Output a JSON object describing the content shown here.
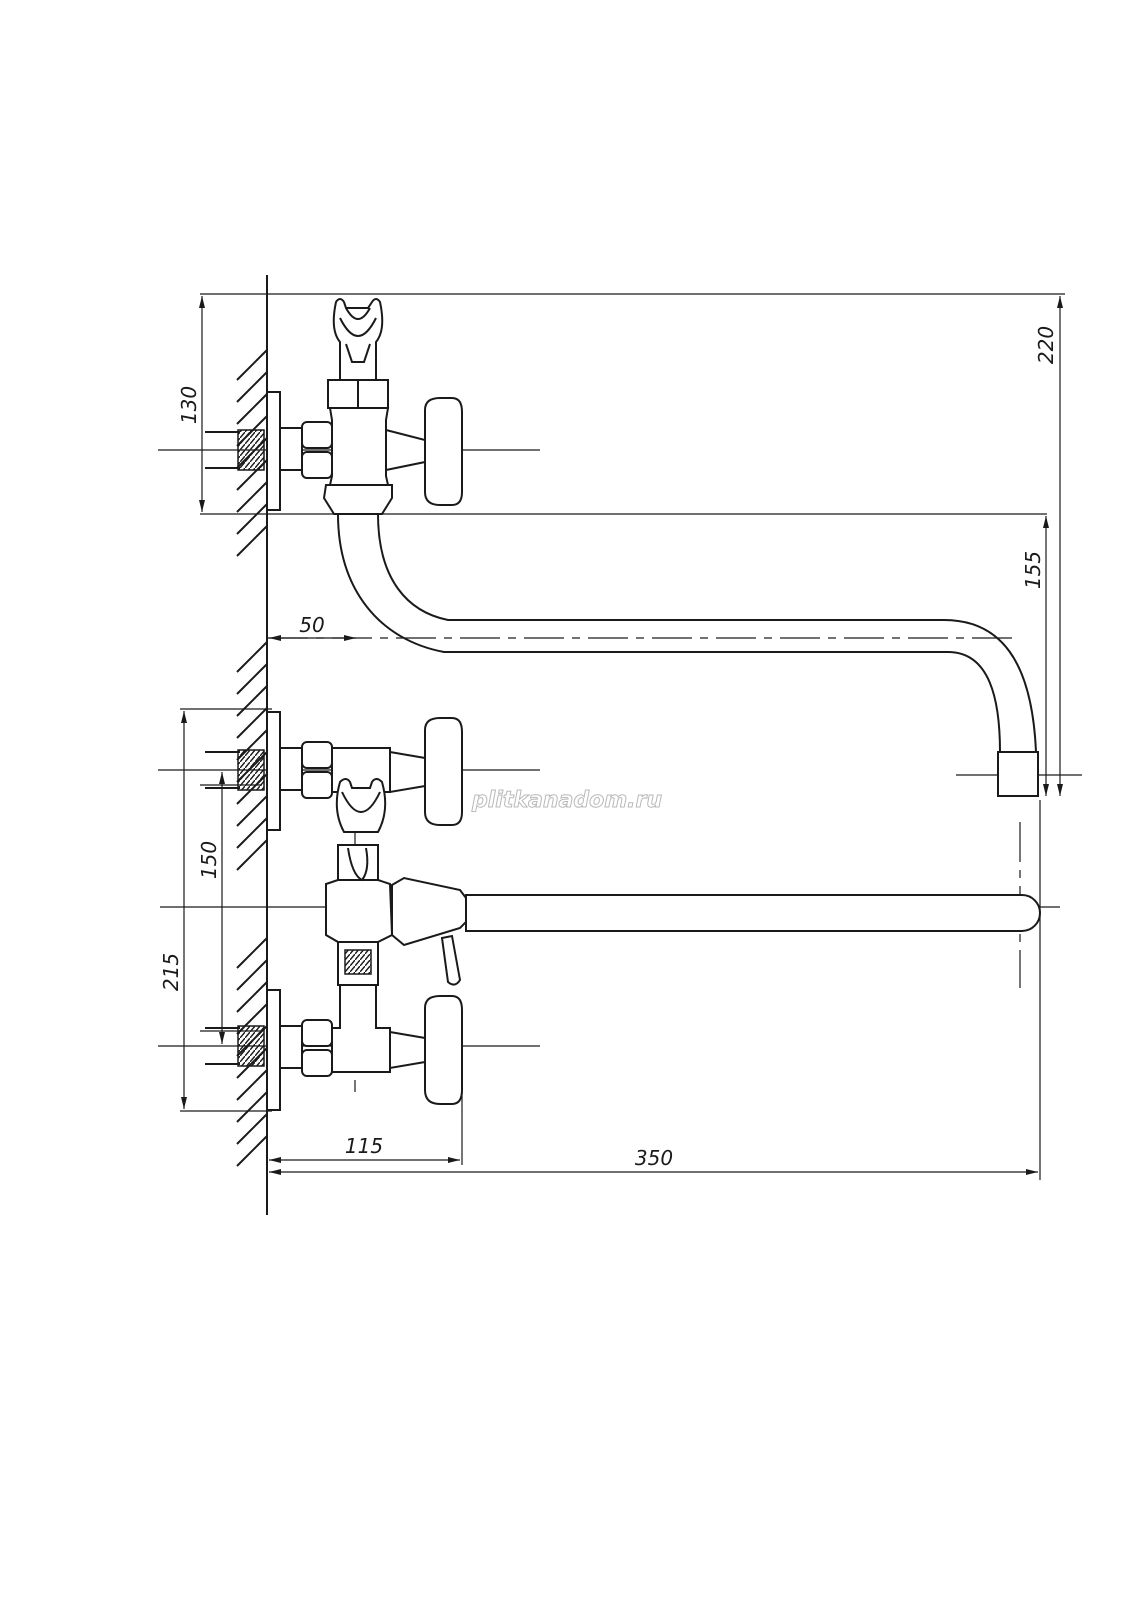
{
  "drawing": {
    "dimensions": {
      "d220": "220",
      "d130": "130",
      "d155": "155",
      "d50": "50",
      "d150": "150",
      "d215": "215",
      "d115": "115",
      "d350": "350"
    },
    "watermark": "plitkanadom.ru"
  }
}
